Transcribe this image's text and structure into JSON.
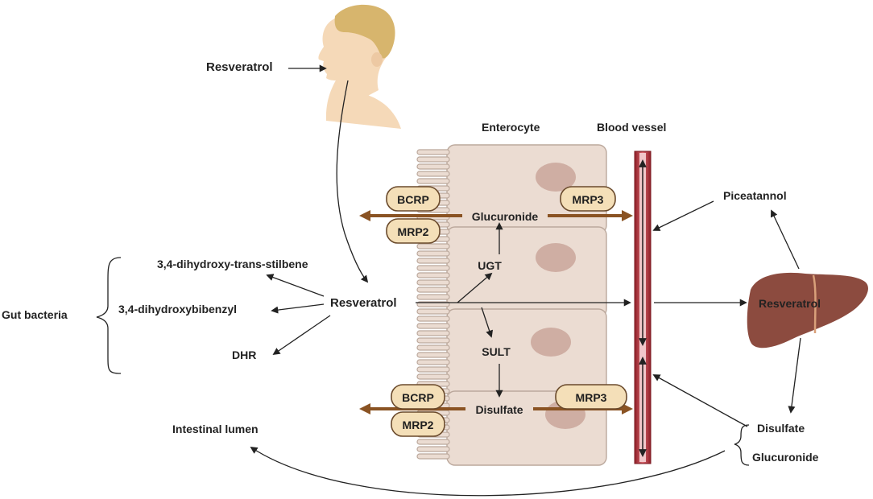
{
  "labels": {
    "resveratrol_intake": "Resveratrol",
    "enterocyte": "Enterocyte",
    "blood_vessel": "Blood vessel",
    "bcrp_top": "BCRP",
    "mrp2_top": "MRP2",
    "mrp3_top": "MRP3",
    "glucuronide_cell": "Glucuronide",
    "ugt": "UGT",
    "sult": "SULT",
    "bcrp_bottom": "BCRP",
    "mrp2_bottom": "MRP2",
    "mrp3_bottom": "MRP3",
    "disulfate_cell": "Disulfate",
    "metabolite_1": "3,4-dihydroxy-trans-stilbene",
    "metabolite_2": "3,4-dihydroxybibenzyl",
    "metabolite_3": "DHR",
    "gut_bacteria": "Gut bacteria",
    "resveratrol_lumen": "Resveratrol",
    "intestinal_lumen": "Intestinal lumen",
    "piceatannol": "Piceatannol",
    "resveratrol_liver": "Resveratrol",
    "disulfate_out": "Disulfate",
    "glucuronide_out": "Glucuronide"
  },
  "colors": {
    "skin": "#f5d9b8",
    "hair": "#d7b56d",
    "enterocyte_fill": "#ebdcd2",
    "nucleus": "#cfaea3",
    "transporter_fill": "#f4dfb8",
    "efflux_arrow": "#8a5323",
    "vessel": "#a5262f",
    "liver": "#8c4b3f"
  }
}
